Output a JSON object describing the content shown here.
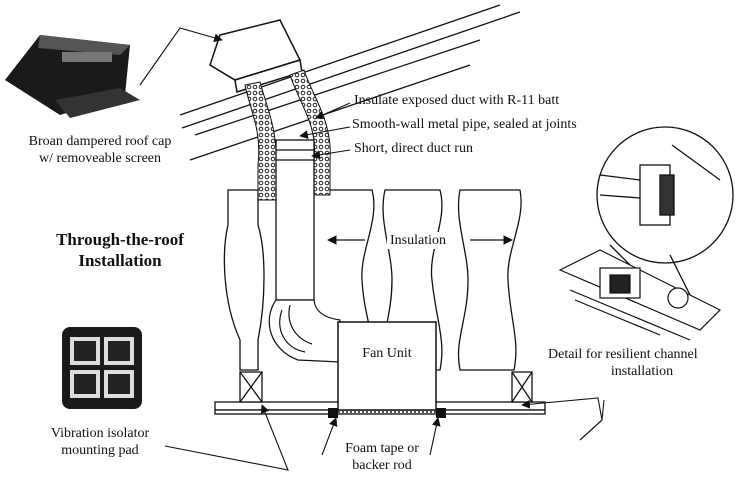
{
  "labels": {
    "roof_cap_line1": "Broan dampered roof cap",
    "roof_cap_line2": "w/ removeable screen",
    "insulate_duct": "Insulate exposed duct with R-11 batt",
    "metal_pipe": "Smooth-wall metal pipe, sealed at joints",
    "short_run": "Short, direct duct run",
    "title_line1": "Through-the-roof",
    "title_line2": "Installation",
    "insulation": "Insulation",
    "fan_unit": "Fan Unit",
    "detail_line1": "Detail for resilient channel",
    "detail_line2": "installation",
    "isolator_line1": "Vibration isolator",
    "isolator_line2": "mounting pad",
    "foam_line1": "Foam tape or",
    "foam_line2": "backer rod"
  },
  "colors": {
    "ink": "#111111",
    "background": "#ffffff",
    "shadow": "#555555"
  },
  "icons": [
    "roof-cap-icon",
    "vibration-pad-icon",
    "detail-magnifier-icon"
  ]
}
